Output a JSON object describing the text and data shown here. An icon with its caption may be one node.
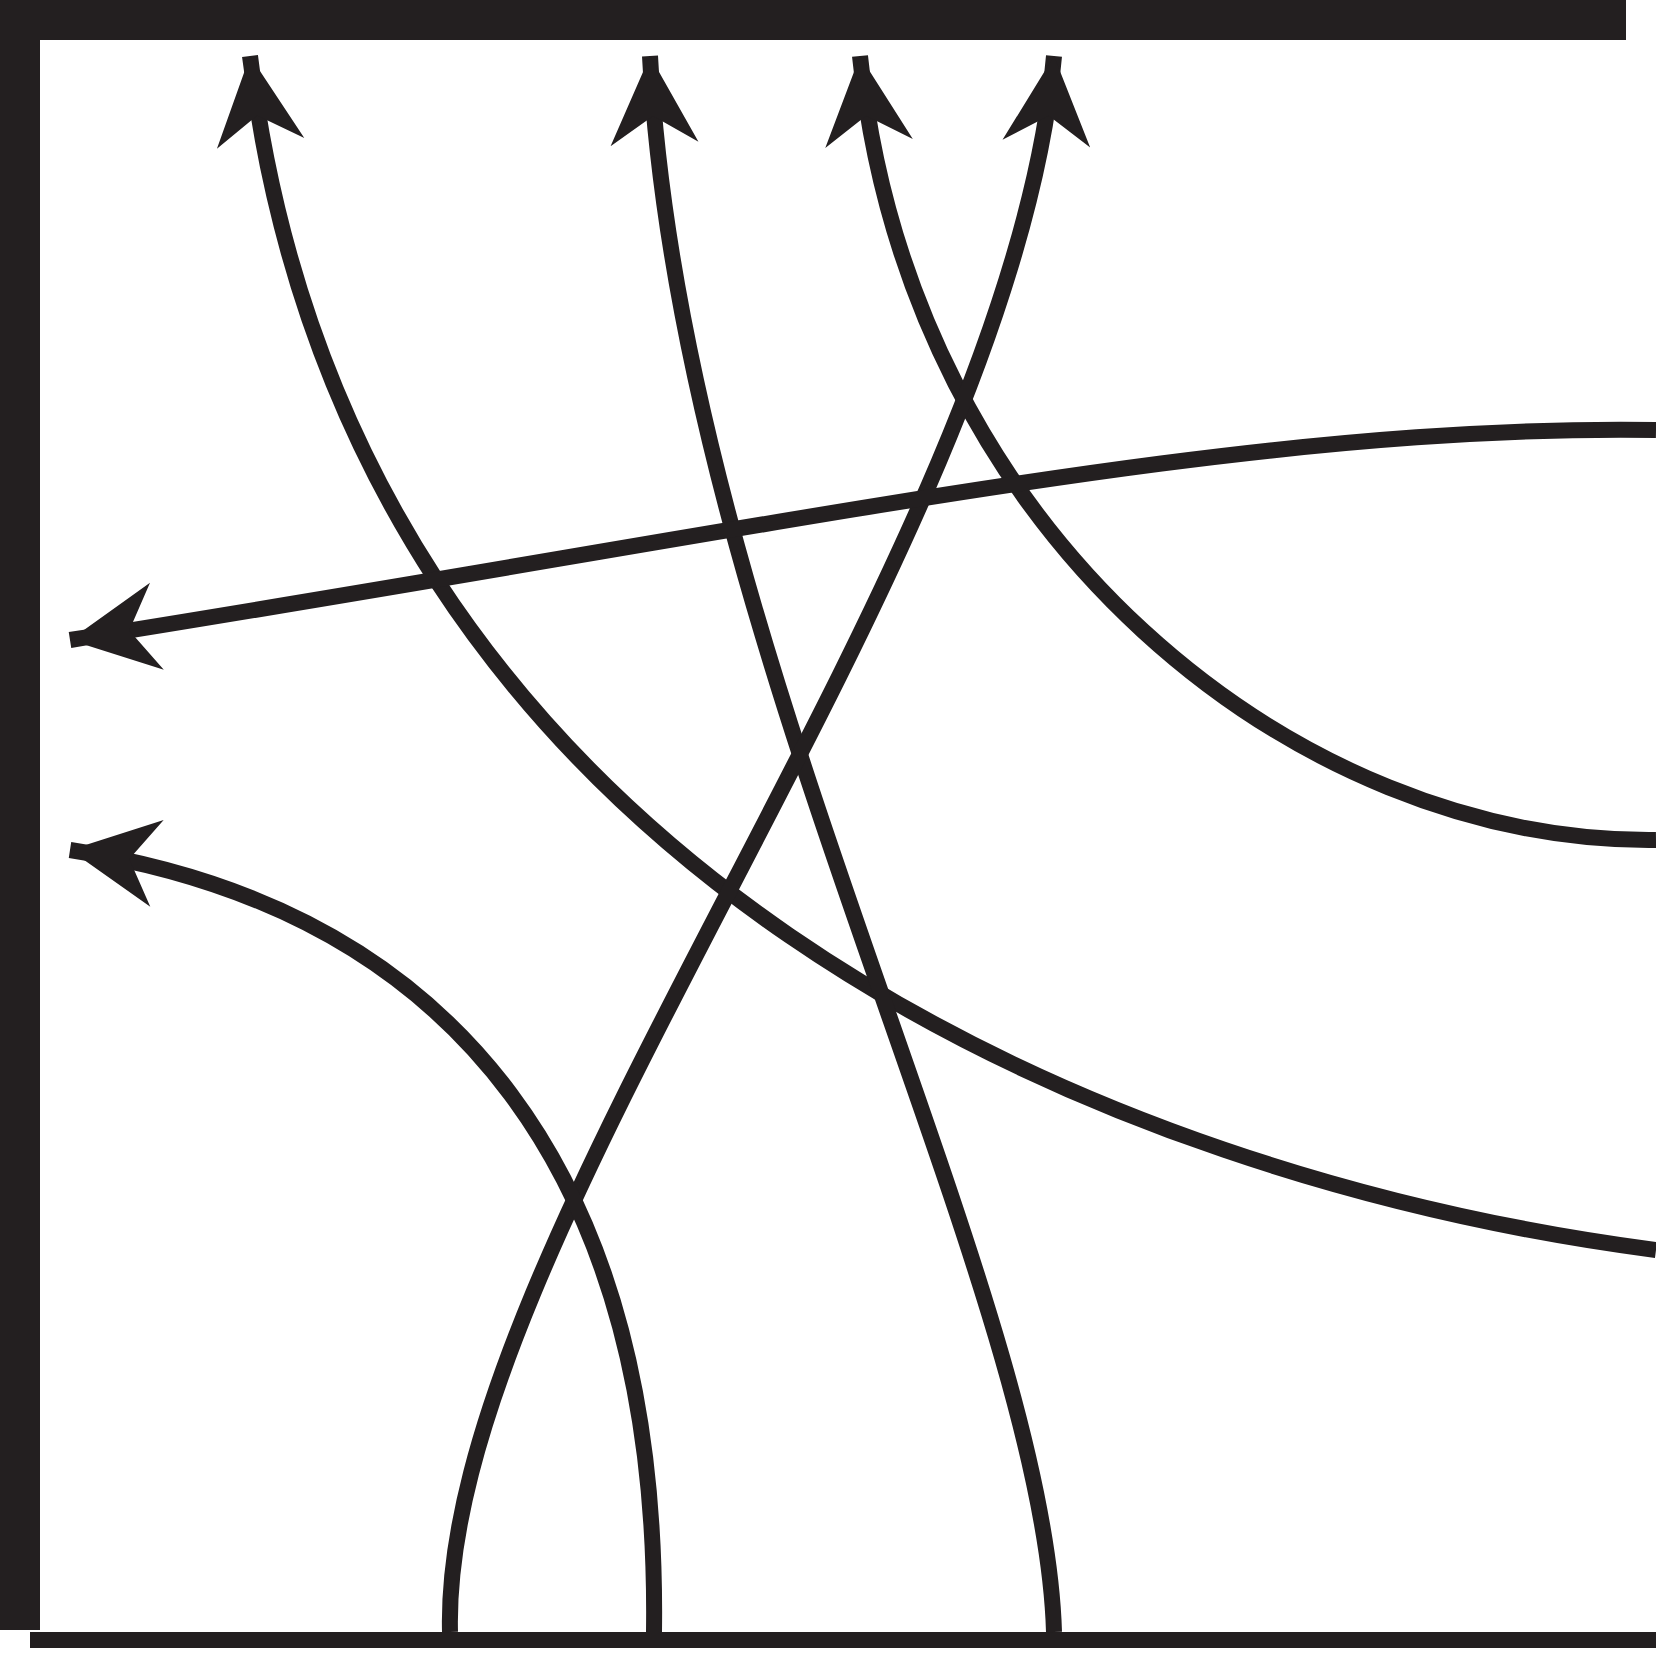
{
  "diagram": {
    "nodes": [
      {
        "text": [],
        "shape": "bar"
      },
      {
        "text": [],
        "shape": "bar"
      }
    ],
    "edges": [
      {
        "from": null,
        "to": 0,
        "arrow": "to"
      },
      {
        "from": null,
        "to": 0,
        "arrow": "to"
      },
      {
        "from": null,
        "to": 0,
        "arrow": "to"
      },
      {
        "from": null,
        "to": 0,
        "arrow": "to"
      },
      {
        "from": null,
        "to": 1,
        "arrow": "to"
      },
      {
        "from": null,
        "to": 1,
        "arrow": "to"
      }
    ]
  }
}
